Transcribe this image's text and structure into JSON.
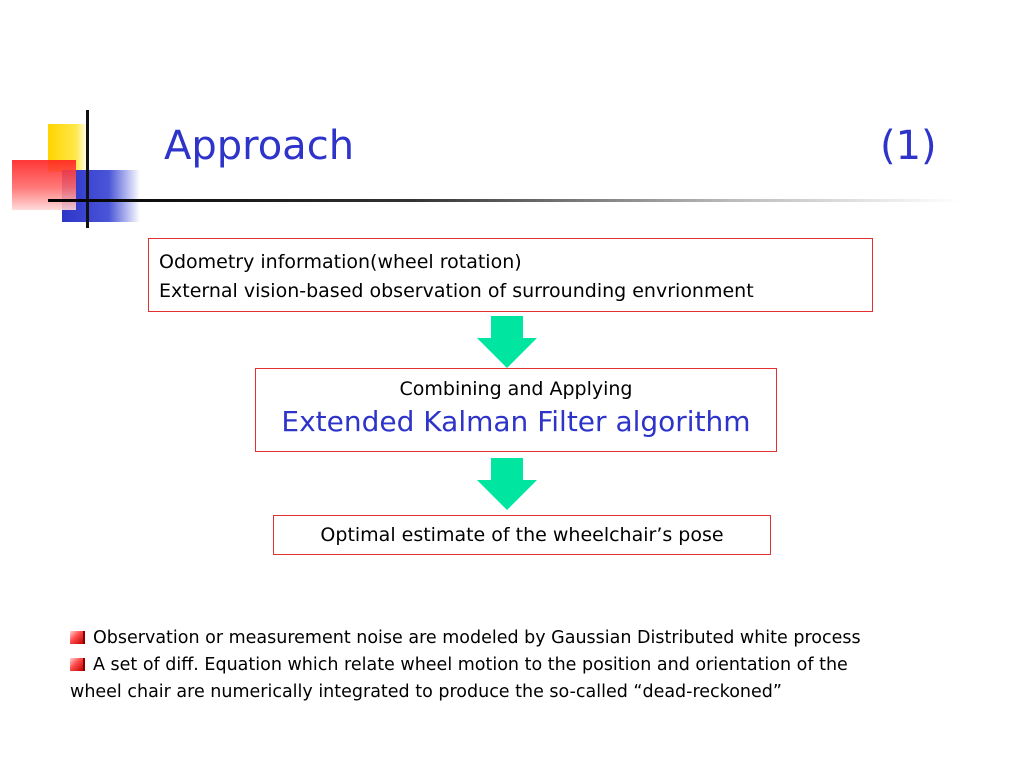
{
  "slide": {
    "title": "Approach",
    "title_number": "(1)"
  },
  "flow": {
    "box1": {
      "line1": "Odometry information(wheel rotation)",
      "line2": "External vision-based observation of surrounding envrionment"
    },
    "box2": {
      "line1": "Combining and Applying",
      "line2": "Extended Kalman Filter algorithm"
    },
    "box3": {
      "text": "Optimal estimate of the wheelchair’s pose"
    }
  },
  "bullets": [
    {
      "text": "Observation or measurement noise are modeled by Gaussian  Distributed white process"
    },
    {
      "text": "A set of diff. Equation which relate wheel motion to the position and orientation of the",
      "continuation": "wheel chair are numerically integrated to produce the so-called “dead-reckoned”"
    }
  ],
  "icons": {
    "arrow": "down-arrow-icon",
    "bullet": "square-bullet-icon"
  },
  "colors": {
    "title": "#2e34c9",
    "box_border": "#e03030",
    "arrow": "#00e6a0",
    "bullet": "#ff4a4a"
  }
}
